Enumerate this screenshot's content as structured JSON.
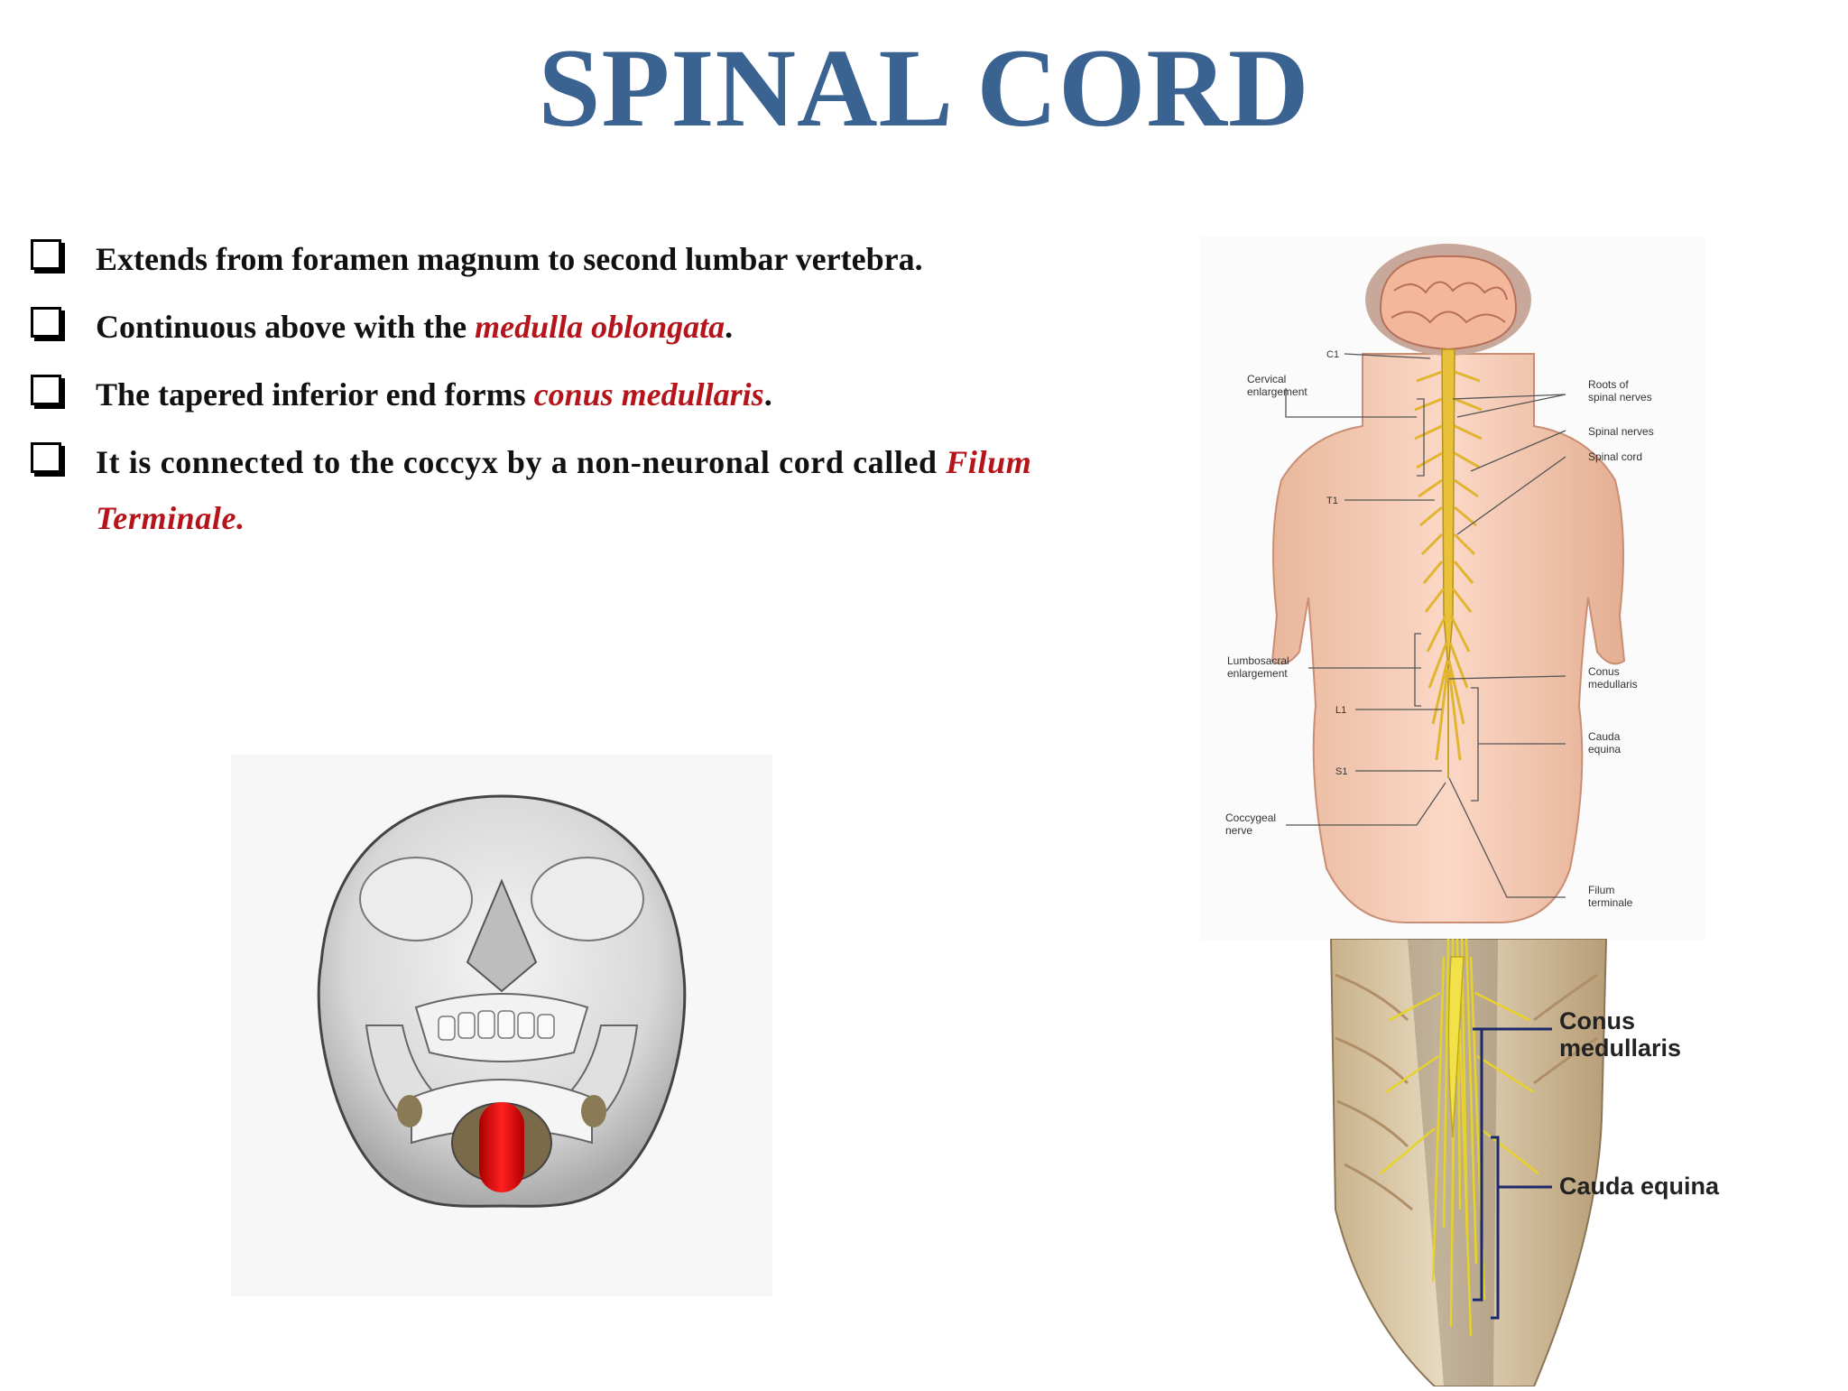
{
  "title": "SPINAL CORD",
  "bullets": [
    {
      "before": "Extends from foramen magnum to second lumbar vertebra.",
      "term": "",
      "after": ""
    },
    {
      "before": "Continuous above with the ",
      "term": "medulla oblongata",
      "after": "."
    },
    {
      "before": "The tapered inferior end forms ",
      "term": "conus medullaris",
      "after": "."
    },
    {
      "before": "It is connected to the coccyx by a non-neuronal cord called ",
      "term": "Filum Terminale.",
      "after": ""
    }
  ],
  "figure_back": {
    "labels_left": {
      "cervical": [
        "Cervical",
        "enlargement"
      ],
      "c1": "C1",
      "t1": "T1",
      "lumbosacral": [
        "Lumbosacral",
        "enlargement"
      ],
      "l1": "L1",
      "s1": "S1",
      "coccygeal": [
        "Coccygeal",
        "nerve"
      ]
    },
    "labels_right": {
      "roots": [
        "Roots of",
        "spinal nerves"
      ],
      "spinal_nerves": "Spinal nerves",
      "spinal_cord": "Spinal cord",
      "conus": [
        "Conus",
        "medullaris"
      ],
      "cauda": [
        "Cauda",
        "equina"
      ],
      "filum": [
        "Filum",
        "terminale"
      ]
    }
  },
  "figure_dissection": {
    "conus": [
      "Conus",
      "medullaris"
    ],
    "cauda": "Cauda equina"
  },
  "colors": {
    "title": "#3b6392",
    "term": "#b4141a",
    "nerve": "#e8c23a",
    "brace": "#1c2a6b"
  },
  "icons": [
    "checkbox-icon",
    "skull-icon",
    "spinal-cord-icon",
    "brain-icon"
  ]
}
